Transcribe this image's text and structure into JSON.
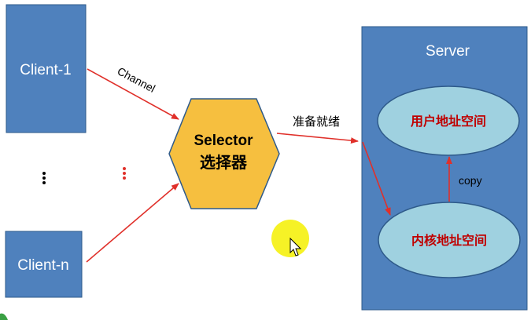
{
  "diagram": {
    "clients": [
      {
        "label": "Client-1"
      },
      {
        "label": "Client-n"
      }
    ],
    "channel_label": "Channel",
    "selector": {
      "title": "Selector",
      "subtitle": "选择器"
    },
    "ready_label": "准备就绪",
    "server": {
      "title": "Server",
      "user_space": "用户地址空间",
      "kernel_space": "内核地址空间",
      "copy_label": "copy"
    }
  },
  "colors": {
    "box_fill": "#4f81bd",
    "box_stroke": "#2e5a8a",
    "selector_fill": "#f6bf3f",
    "ellipse_fill": "#9fd1e0",
    "arrow": "#e0302a",
    "red_text": "#c00000",
    "cursor_highlight": "#f4f000"
  }
}
